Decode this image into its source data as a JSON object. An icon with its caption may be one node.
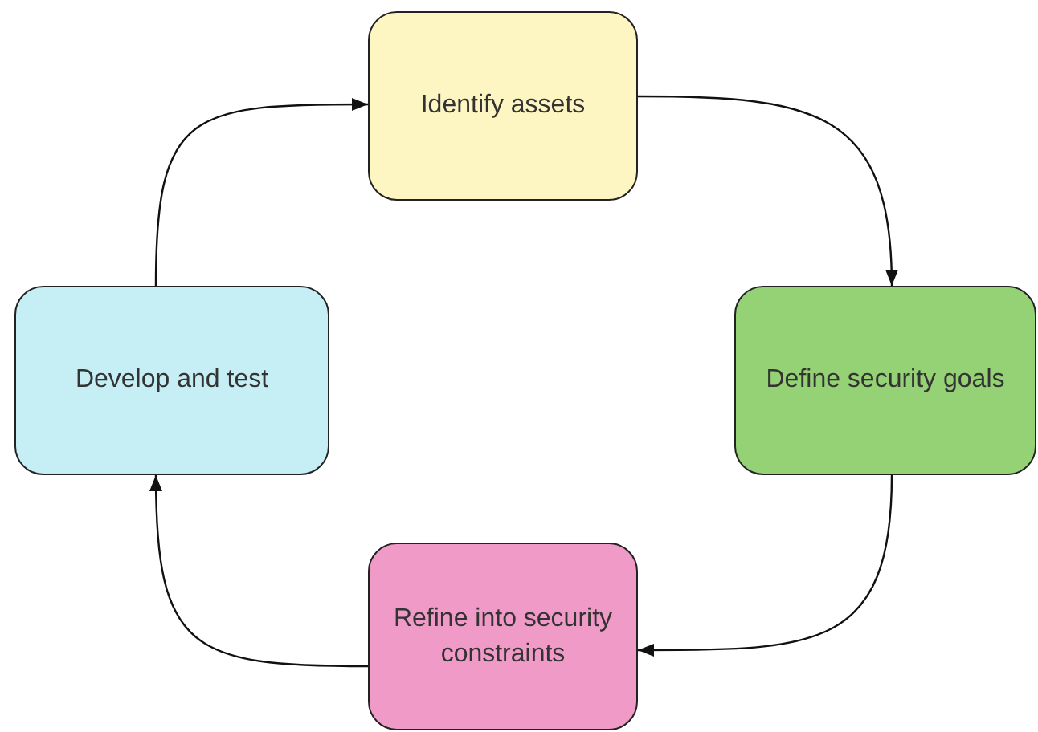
{
  "diagram": {
    "nodes": [
      {
        "text": [
          "Identify assets"
        ]
      },
      {
        "text": [
          "Define security goals"
        ]
      },
      {
        "text": [
          "Refine into security constraints"
        ]
      },
      {
        "text": [
          "Develop and test"
        ]
      }
    ],
    "edges": [
      {
        "from": 0,
        "to": 1,
        "arrow": "to"
      },
      {
        "from": 1,
        "to": 2,
        "arrow": "to"
      },
      {
        "from": 2,
        "to": 3,
        "arrow": "to"
      },
      {
        "from": 3,
        "to": 0,
        "arrow": "to"
      }
    ]
  }
}
